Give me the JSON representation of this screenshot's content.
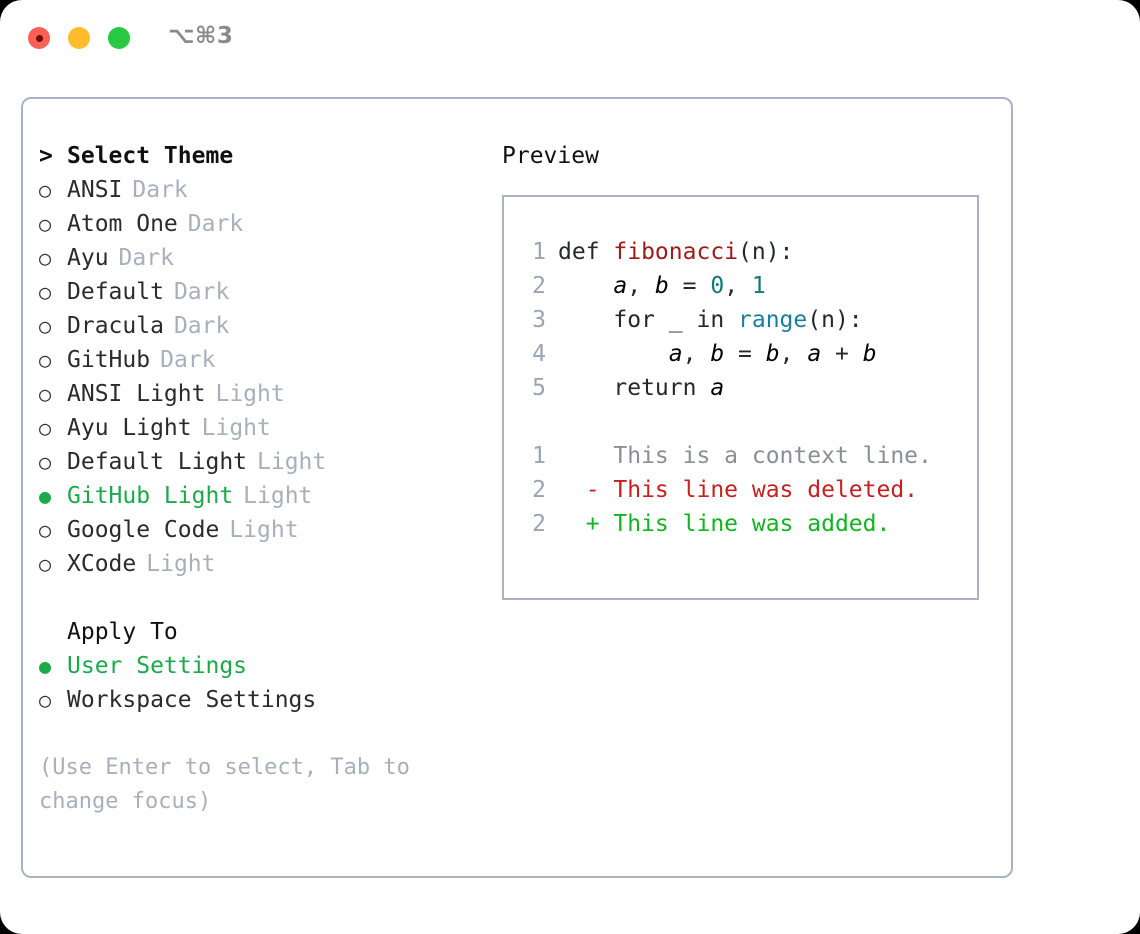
{
  "titlebar": {
    "shortcut": "⌥⌘3",
    "lights": [
      "close-red",
      "minimize-amber",
      "zoom-green"
    ]
  },
  "theme_panel": {
    "heading": "Select Theme",
    "caret": ">",
    "bullet_selected": "●",
    "bullet_unselected": "○",
    "items": [
      {
        "name": "ANSI",
        "variant": "Dark",
        "selected": false
      },
      {
        "name": "Atom One",
        "variant": "Dark",
        "selected": false
      },
      {
        "name": "Ayu",
        "variant": "Dark",
        "selected": false
      },
      {
        "name": "Default",
        "variant": "Dark",
        "selected": false
      },
      {
        "name": "Dracula",
        "variant": "Dark",
        "selected": false
      },
      {
        "name": "GitHub",
        "variant": "Dark",
        "selected": false
      },
      {
        "name": "ANSI Light",
        "variant": "Light",
        "selected": false
      },
      {
        "name": "Ayu Light",
        "variant": "Light",
        "selected": false
      },
      {
        "name": "Default Light",
        "variant": "Light",
        "selected": false
      },
      {
        "name": "GitHub Light",
        "variant": "Light",
        "selected": true
      },
      {
        "name": "Google Code",
        "variant": "Light",
        "selected": false
      },
      {
        "name": "XCode",
        "variant": "Light",
        "selected": false
      }
    ]
  },
  "apply_to": {
    "heading": "Apply To",
    "items": [
      {
        "name": "User Settings",
        "selected": true
      },
      {
        "name": "Workspace Settings",
        "selected": false
      }
    ]
  },
  "hint": "(Use Enter to select, Tab to change focus)",
  "preview": {
    "heading": "Preview",
    "code_lines": [
      {
        "num": "1",
        "indent": "",
        "segments": [
          {
            "text": "def ",
            "cls": "code-txt"
          },
          {
            "text": "fibonacci",
            "cls": "tok-fn"
          },
          {
            "text": "(n):",
            "cls": "code-txt"
          }
        ]
      },
      {
        "num": "2",
        "indent": "    ",
        "segments": [
          {
            "text": "a",
            "cls": "tok-var"
          },
          {
            "text": ", ",
            "cls": "code-txt"
          },
          {
            "text": "b",
            "cls": "tok-var"
          },
          {
            "text": " = ",
            "cls": "code-txt"
          },
          {
            "text": "0",
            "cls": "tok-num"
          },
          {
            "text": ", ",
            "cls": "code-txt"
          },
          {
            "text": "1",
            "cls": "tok-num"
          }
        ]
      },
      {
        "num": "3",
        "indent": "    ",
        "segments": [
          {
            "text": "for _ in ",
            "cls": "code-txt"
          },
          {
            "text": "range",
            "cls": "tok-builtin"
          },
          {
            "text": "(n):",
            "cls": "code-txt"
          }
        ]
      },
      {
        "num": "4",
        "indent": "        ",
        "segments": [
          {
            "text": "a",
            "cls": "tok-var"
          },
          {
            "text": ", ",
            "cls": "code-txt"
          },
          {
            "text": "b",
            "cls": "tok-var"
          },
          {
            "text": " = ",
            "cls": "code-txt"
          },
          {
            "text": "b",
            "cls": "tok-var"
          },
          {
            "text": ", ",
            "cls": "code-txt"
          },
          {
            "text": "a",
            "cls": "tok-var"
          },
          {
            "text": " + ",
            "cls": "code-txt"
          },
          {
            "text": "b",
            "cls": "tok-var"
          }
        ]
      },
      {
        "num": "5",
        "indent": "    ",
        "segments": [
          {
            "text": "return ",
            "cls": "code-txt"
          },
          {
            "text": "a",
            "cls": "tok-var"
          }
        ]
      }
    ],
    "diff_lines": [
      {
        "num": "1",
        "marker": "  ",
        "text": "This is a context line.",
        "cls": "diff-ctx"
      },
      {
        "num": "2",
        "marker": "- ",
        "text": "This line was deleted.",
        "cls": "diff-del"
      },
      {
        "num": "2",
        "marker": "+ ",
        "text": "This line was added.",
        "cls": "diff-add"
      }
    ]
  },
  "colors": {
    "accent_green": "#1ba94c",
    "muted": "#a8b0bb",
    "border": "#a9b3c1",
    "diff_add": "#12b520",
    "diff_del": "#c62020",
    "token_function": "#9e1b1b",
    "token_builtin": "#1a7f9e",
    "token_number": "#117a72"
  }
}
